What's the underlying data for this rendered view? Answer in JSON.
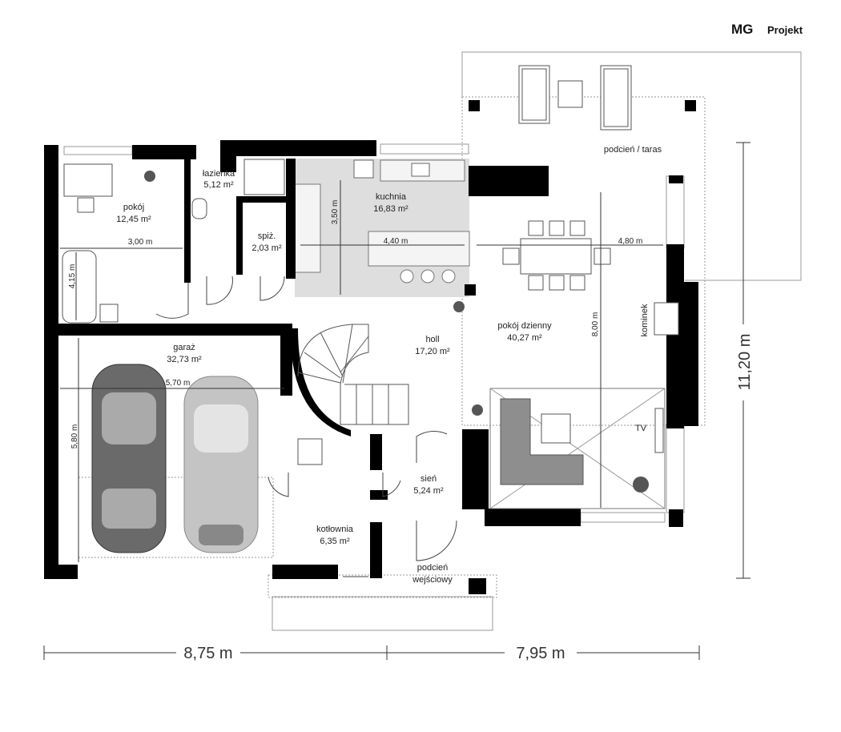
{
  "brand": {
    "logo_mg": "MG",
    "logo_rest": "Projekt"
  },
  "rooms": [
    {
      "name": "pokój",
      "area": "12,45 m²"
    },
    {
      "name": "łazienka",
      "area": "5,12 m²"
    },
    {
      "name": "spiż.",
      "area": "2,03 m²"
    },
    {
      "name": "kuchnia",
      "area": "16,83 m²"
    },
    {
      "name": "podcień / taras",
      "area": ""
    },
    {
      "name": "garaż",
      "area": "32,73 m²"
    },
    {
      "name": "holl",
      "area": "17,20 m²"
    },
    {
      "name": "pokój dzienny",
      "area": "40,27 m²"
    },
    {
      "name": "sień",
      "area": "5,24 m²"
    },
    {
      "name": "kotłownia",
      "area": "6,35 m²"
    },
    {
      "name": "podcień",
      "area": "wejściowy"
    }
  ],
  "fixtures": {
    "fireplace": "kominek",
    "tv": "TV"
  },
  "dimensions": {
    "d1": "3,00 m",
    "d2": "4,15 m",
    "d3": "3,50 m",
    "d4": "4,40 m",
    "d5": "4,80 m",
    "d6": "8,00 m",
    "d7": "5,70 m",
    "d8": "5,80 m",
    "total_width_left": "8,75 m",
    "total_width_right": "7,95 m",
    "total_height": "11,20 m"
  }
}
